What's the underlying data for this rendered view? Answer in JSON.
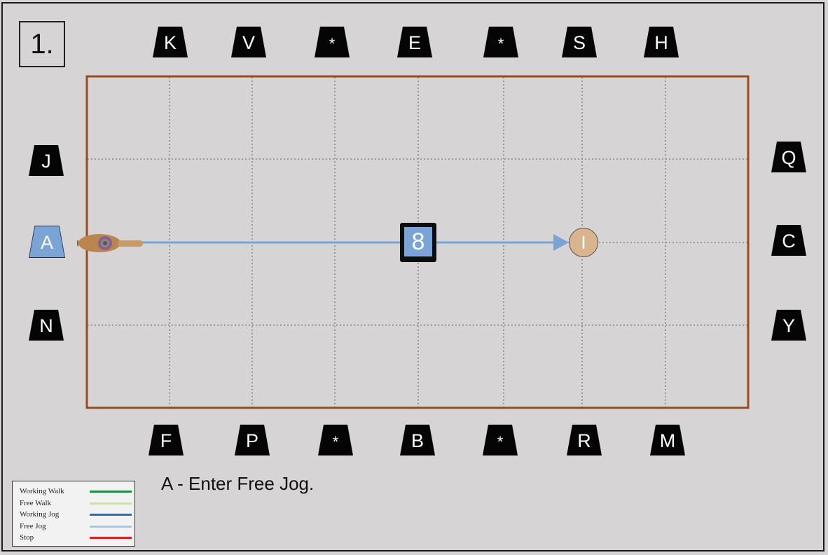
{
  "pattern": {
    "number": "1."
  },
  "letters": {
    "top": [
      "K",
      "V",
      "*",
      "E",
      "*",
      "S",
      "H"
    ],
    "bottom": [
      "F",
      "P",
      "*",
      "B",
      "*",
      "R",
      "M"
    ],
    "left": [
      "J",
      "A",
      "N"
    ],
    "right": [
      "Q",
      "C",
      "Y"
    ]
  },
  "markers": {
    "center": "8",
    "end": "I"
  },
  "instruction": "A - Enter Free Jog.",
  "colors": {
    "arena_border": "#9a4a1c",
    "path": "#7aa3d6",
    "active_letter": "#7aa3d6",
    "end_marker": "#d9b48c"
  },
  "legend": [
    {
      "label": "Working Walk",
      "color": "#1e8a3c"
    },
    {
      "label": "Free Walk",
      "color": "#c5e3a5"
    },
    {
      "label": "Working Jog",
      "color": "#1f6fc4"
    },
    {
      "label": "Free Jog",
      "color": "#a8c4e0"
    },
    {
      "label": "Stop",
      "color": "#e02020"
    }
  ]
}
